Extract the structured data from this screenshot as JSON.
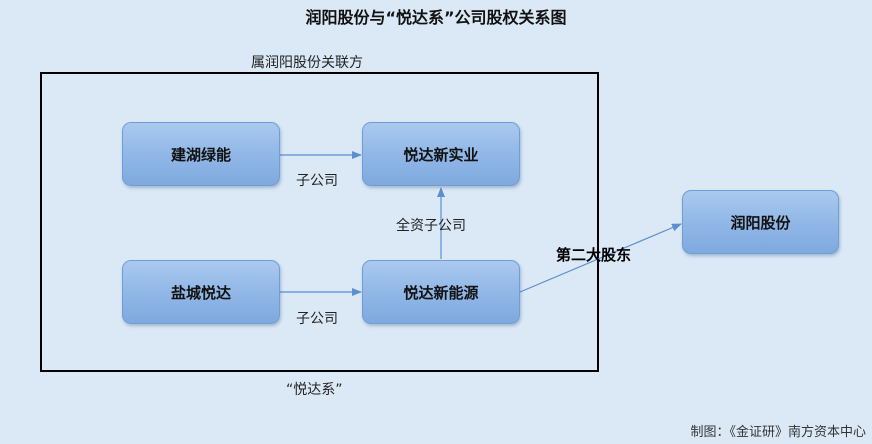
{
  "title": "润阳股份与“悦达系”公司股权关系图",
  "group": {
    "top_caption": "属润阳股份关联方",
    "bottom_caption": "“悦达系”"
  },
  "nodes": {
    "jianhu": "建湖绿能",
    "yancheng": "盐城悦达",
    "yueda_shiye": "悦达新实业",
    "yueda_nengyuan": "悦达新能源",
    "runyang": "润阳股份"
  },
  "edges": {
    "jianhu_to_shiye": "子公司",
    "yancheng_to_nengyuan": "子公司",
    "nengyuan_to_shiye": "全资子公司",
    "nengyuan_to_runyang": "第二大股东"
  },
  "colors": {
    "background": "#dbe9f7",
    "node_fill": "#8fb6e6",
    "node_border": "#6e9ed3",
    "arrow": "#5b8fd0",
    "frame": "#000000"
  },
  "credit": "制图：《金证研》南方资本中心"
}
